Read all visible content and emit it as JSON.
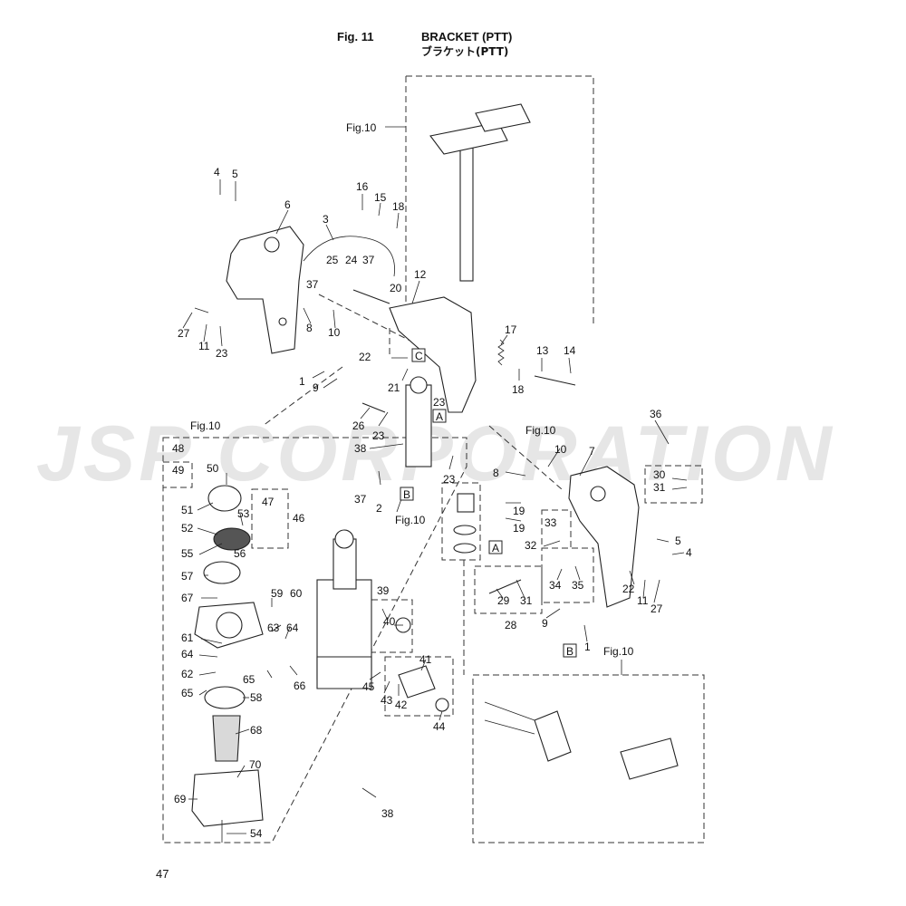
{
  "header": {
    "fig_label": "Fig. 11",
    "title_en": "BRACKET (PTT)",
    "title_jp": "ブラケット(PTT)"
  },
  "watermark": {
    "text": "JSP CORPORATION",
    "color": "#e6e6e6"
  },
  "page_number": "47",
  "ref_fig": "Fig.10",
  "box_labels": {
    "a": "A",
    "b": "B",
    "c": "C"
  },
  "part_numbers": {
    "p1": "1",
    "p1b": "1",
    "p2": "2",
    "p3": "3",
    "p4": "4",
    "p4b": "4",
    "p5": "5",
    "p5b": "5",
    "p6": "6",
    "p7": "7",
    "p8": "8",
    "p8b": "8",
    "p9": "9",
    "p9b": "9",
    "p10": "10",
    "p10b": "10",
    "p11": "11",
    "p11b": "11",
    "p12": "12",
    "p13": "13",
    "p14": "14",
    "p15": "15",
    "p16": "16",
    "p17": "17",
    "p18": "18",
    "p18b": "18",
    "p19": "19",
    "p19b": "19",
    "p20": "20",
    "p21": "21",
    "p22": "22",
    "p22b": "22",
    "p23": "23",
    "p23b": "23",
    "p23c": "23",
    "p23d": "23",
    "p24": "24",
    "p25": "25",
    "p26": "26",
    "p27": "27",
    "p27b": "27",
    "p28": "28",
    "p29": "29",
    "p30": "30",
    "p31": "31",
    "p31b": "31",
    "p32": "32",
    "p33": "33",
    "p34": "34",
    "p35": "35",
    "p36": "36",
    "p37": "37",
    "p37b": "37",
    "p37c": "37",
    "p38": "38",
    "p38b": "38",
    "p39": "39",
    "p40": "40",
    "p41": "41",
    "p42": "42",
    "p43": "43",
    "p44": "44",
    "p45": "45",
    "p46": "46",
    "p47": "47",
    "p48": "48",
    "p49": "49",
    "p50": "50",
    "p51": "51",
    "p52": "52",
    "p53": "53",
    "p54": "54",
    "p55": "55",
    "p56": "56",
    "p57": "57",
    "p58": "58",
    "p59": "59",
    "p60": "60",
    "p61": "61",
    "p62": "62",
    "p63": "63",
    "p64": "64",
    "p64b": "64",
    "p65": "65",
    "p65b": "65",
    "p66": "66",
    "p67": "67",
    "p68": "68",
    "p69": "69",
    "p70": "70"
  }
}
